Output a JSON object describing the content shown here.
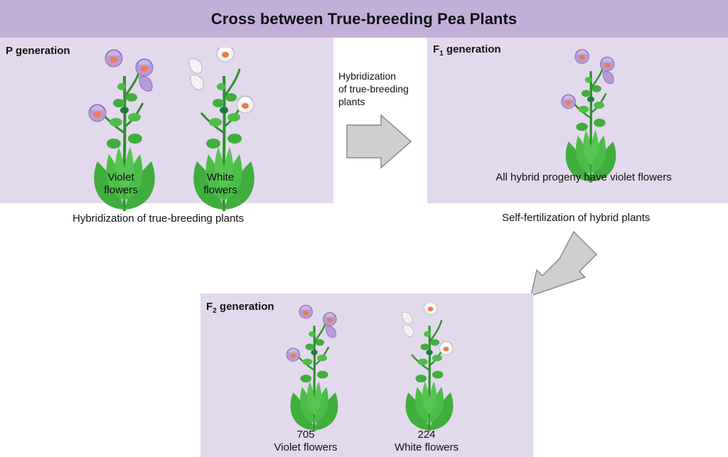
{
  "title": "Cross between True-breeding Pea Plants",
  "p_panel": {
    "title": "P generation",
    "plants": [
      {
        "label_line1": "Violet",
        "label_line2": "flowers",
        "flower": "violet"
      },
      {
        "label_line1": "White",
        "label_line2": "flowers",
        "flower": "white"
      }
    ]
  },
  "middle_arrow": {
    "label_line1": "Hybridization",
    "label_line2": "of true-breeding",
    "label_line3": "plants"
  },
  "f1_panel": {
    "title_main": "F",
    "title_sub": "1",
    "title_rest": " generation",
    "caption": "All hybrid progeny have violet flowers",
    "flower": "violet"
  },
  "left_note": "Hybridization of true-breeding plants",
  "right_note": "Self-fertilization of hybrid plants",
  "f2_panel": {
    "title_main": "F",
    "title_sub": "2",
    "title_rest": " generation",
    "plants": [
      {
        "count": "705",
        "label": "Violet flowers",
        "flower": "violet"
      },
      {
        "count": "224",
        "label": "White flowers",
        "flower": "white"
      }
    ]
  },
  "colors": {
    "title_bar": "#c2b0d8",
    "panel": "#e3d9ed",
    "leaf": "#3fae3c",
    "violet_petal": "#b89ad6",
    "white_petal": "#f3f3f6",
    "flower_center": "#f07a4a",
    "arrow_fill": "#cfcfcf",
    "arrow_stroke": "#8a8a8a"
  }
}
